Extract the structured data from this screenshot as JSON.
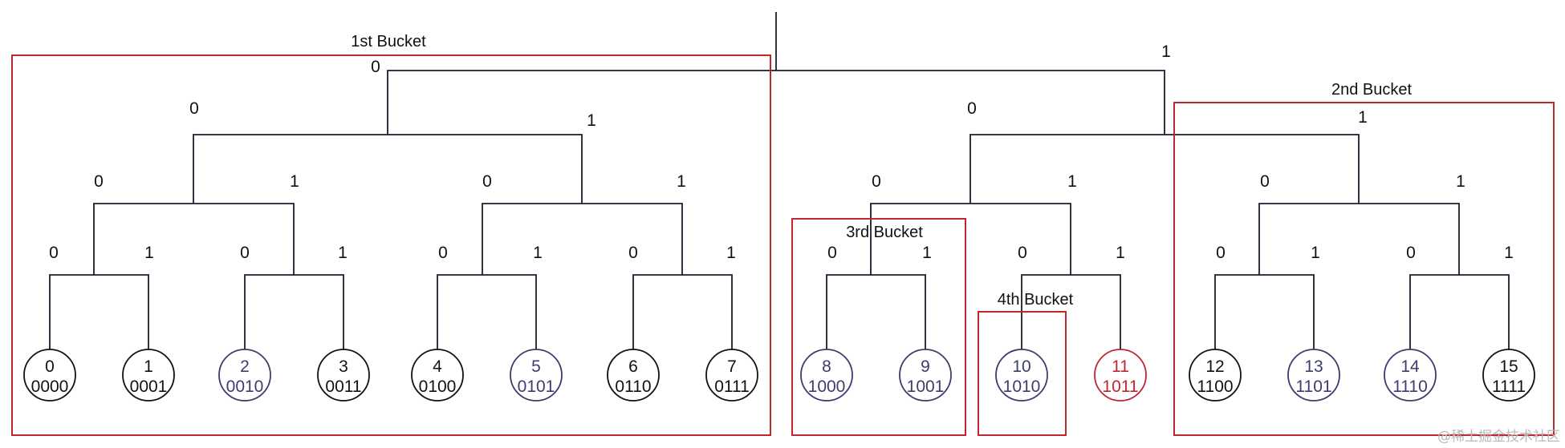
{
  "colors": {
    "black": "#111111",
    "navy": "#3c3c6e",
    "red": "#c0262d",
    "watermark": "#b8b8b8"
  },
  "buckets": [
    {
      "label": "1st  Bucket"
    },
    {
      "label": "2nd Bucket"
    },
    {
      "label": "3rd  Bucket"
    },
    {
      "label": "4th  Bucket"
    }
  ],
  "bits": {
    "root": [
      "0",
      "1"
    ],
    "level1": [
      "0",
      "1",
      "0",
      "1"
    ],
    "level2": [
      "0",
      "1",
      "0",
      "1",
      "0",
      "1",
      "0",
      "1"
    ],
    "level3": [
      "0",
      "1",
      "0",
      "1",
      "0",
      "1",
      "0",
      "1",
      "0",
      "1",
      "0",
      "1",
      "0",
      "1",
      "0",
      "1"
    ]
  },
  "nodes": [
    {
      "id": "0",
      "bin": "0000",
      "color": "black"
    },
    {
      "id": "1",
      "bin": "0001",
      "color": "black"
    },
    {
      "id": "2",
      "bin": "0010",
      "color": "navy"
    },
    {
      "id": "3",
      "bin": "0011",
      "color": "black"
    },
    {
      "id": "4",
      "bin": "0100",
      "color": "black"
    },
    {
      "id": "5",
      "bin": "0101",
      "color": "navy"
    },
    {
      "id": "6",
      "bin": "0110",
      "color": "black"
    },
    {
      "id": "7",
      "bin": "0111",
      "color": "black"
    },
    {
      "id": "8",
      "bin": "1000",
      "color": "navy"
    },
    {
      "id": "9",
      "bin": "1001",
      "color": "navy"
    },
    {
      "id": "10",
      "bin": "1010",
      "color": "navy"
    },
    {
      "id": "11",
      "bin": "1011",
      "color": "red"
    },
    {
      "id": "12",
      "bin": "1100",
      "color": "black"
    },
    {
      "id": "13",
      "bin": "1101",
      "color": "navy"
    },
    {
      "id": "14",
      "bin": "1110",
      "color": "navy"
    },
    {
      "id": "15",
      "bin": "1111",
      "color": "black"
    }
  ],
  "watermark": "@稀土掘金技术社区"
}
